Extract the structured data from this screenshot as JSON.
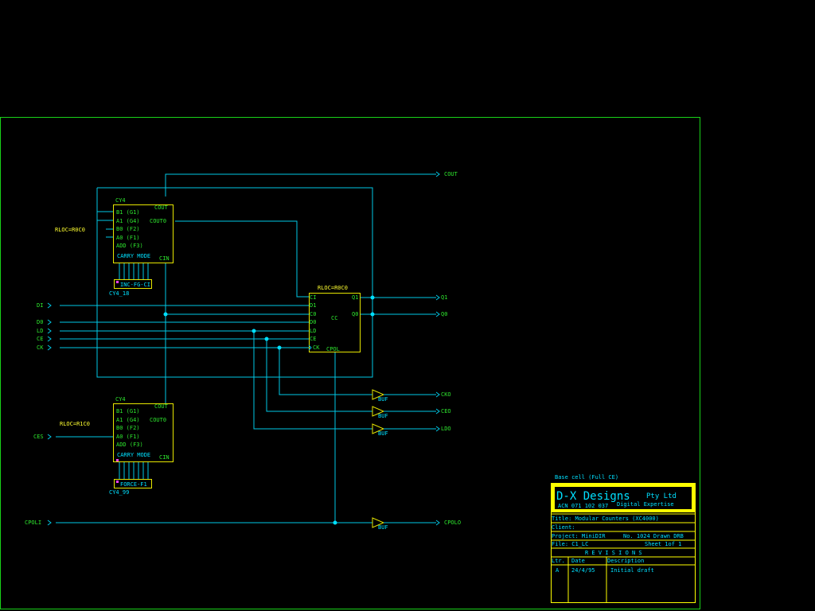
{
  "colors": {
    "wire": "#00c8e6",
    "pin_text": "#2ee62e",
    "symbol_outline": "#e6e600",
    "sheet_border": "#19d219",
    "title_block": "#ffff00",
    "background": "#000000",
    "marker": "#ff40ff"
  },
  "ports": {
    "inputs": [
      "DI",
      "D0",
      "LD",
      "CE",
      "CK",
      "CES",
      "CPOLI"
    ],
    "outputs": [
      "COUT",
      "Q1",
      "Q0",
      "CKO",
      "CEO",
      "LDO",
      "CPOLO"
    ]
  },
  "cy4_top": {
    "title": "CY4",
    "pins_left": [
      "B1 (G1)",
      "A1 (G4)",
      "B0 (F2)",
      "A0 (F1)",
      "ADD (F3)"
    ],
    "pin_cout": "COUT",
    "pin_cout0": "COUT0",
    "pin_cin": "CIN",
    "carry_label": "CARRY MODE",
    "mode_label": "INC-FG-CI",
    "instance": "CY4_18",
    "rloc": "RLOC=R0C0"
  },
  "cy4_bottom": {
    "title": "CY4",
    "pins_left": [
      "B1 (G1)",
      "A1 (G4)",
      "B0 (F2)",
      "A0 (F1)",
      "ADD (F3)"
    ],
    "pin_cout": "COUT",
    "pin_cout0": "COUT0",
    "pin_cin": "CIN",
    "carry_label": "CARRY MODE",
    "mode_label": "FORCE-F1",
    "instance": "CY4_99",
    "rloc": "RLOC=R1C0"
  },
  "cc": {
    "rloc": "RLOC=R0C0",
    "name": "CC",
    "pins_left": [
      "CI",
      "D1",
      "C0",
      "D0",
      "LD",
      "CE",
      "CK"
    ],
    "pins_right": [
      "Q1",
      "Q0"
    ],
    "pin_bottom": "CPOL"
  },
  "buffers": [
    "BUF",
    "BUF",
    "BUF",
    "BUF"
  ],
  "title_block": {
    "caption": "Base cell (Full CE)",
    "company": "D-X Designs",
    "company_suffix": "Pty Ltd",
    "acn": "ACN 071 102 037",
    "tagline": "Digital Expertise",
    "title_line": "Title: Modular Counters (XC4000)",
    "client_line": "Client:",
    "project_line": "Project:  MiniDIR",
    "number_line": "No. 1024 Drawn DRB",
    "file_line": "File:  C1_LC",
    "sheet_line": "Sheet 1of  1",
    "revisions_heading": "R E V I S I O N S",
    "col_ltr": "Ltr.",
    "col_date": "Date",
    "col_desc": "Description",
    "rev_ltr": "A",
    "rev_date": "24/4/95",
    "rev_desc": "Initial draft"
  }
}
